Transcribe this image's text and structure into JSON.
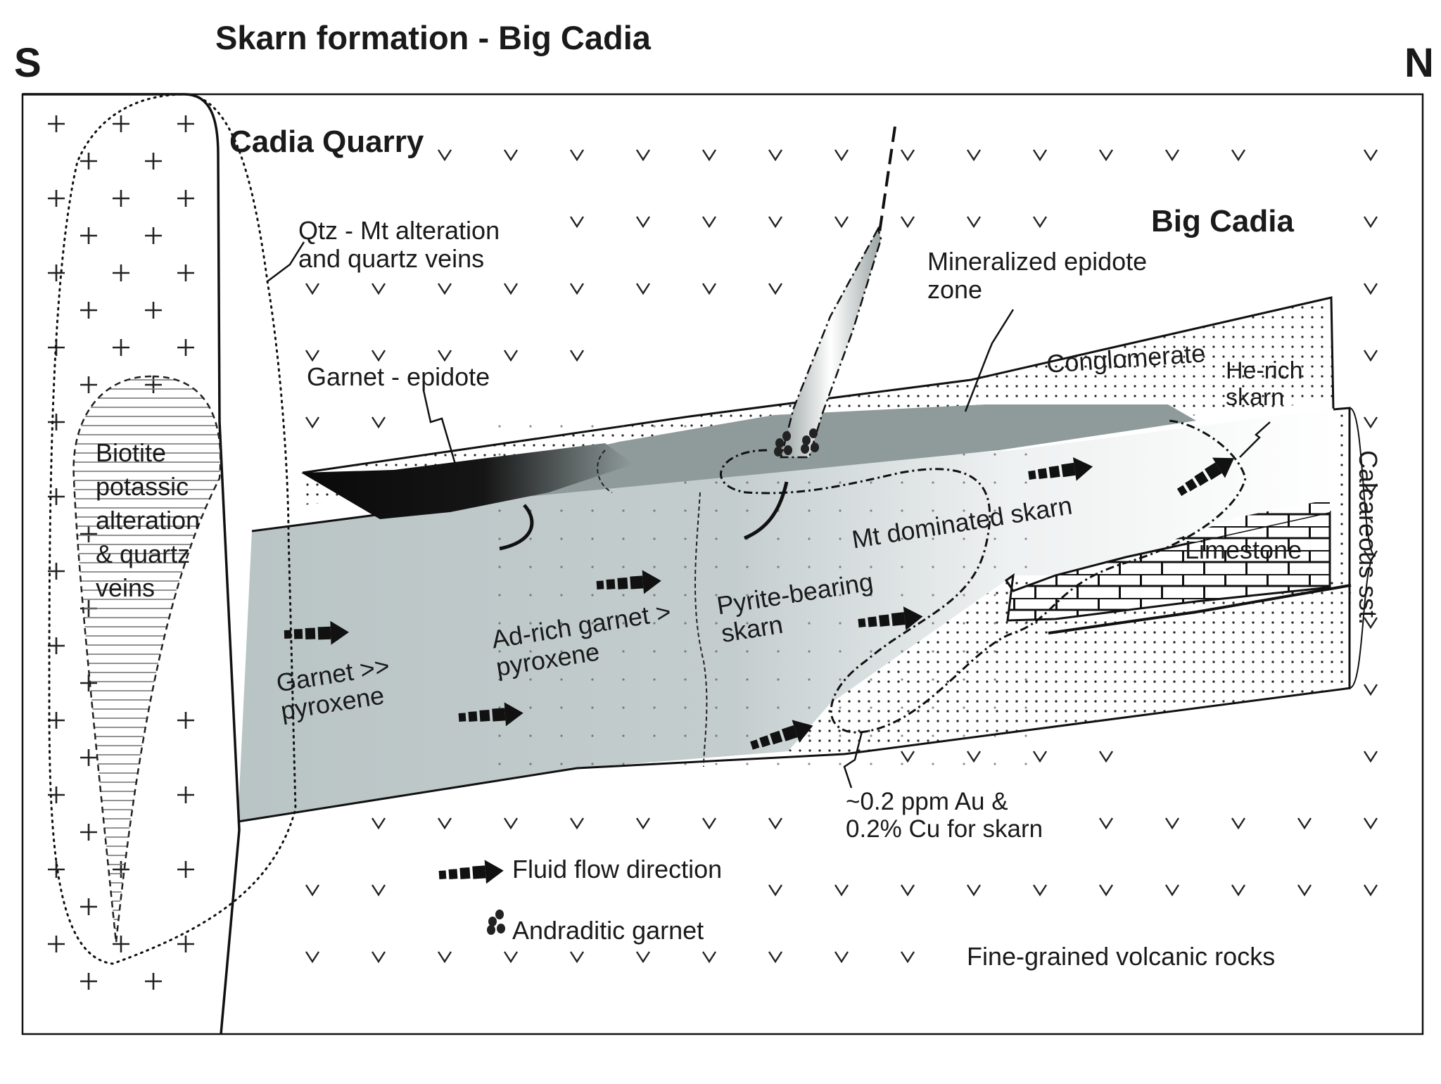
{
  "title": "Skarn formation  - Big  Cadia",
  "orientation": {
    "left": "S",
    "right": "N"
  },
  "labels": {
    "cadia_quarry": "Cadia Quarry",
    "big_cadia": "Big  Cadia",
    "qtz_mt": "Qtz - Mt alteration\nand quartz veins",
    "mineralized_epidote": "Mineralized epidote\nzone",
    "garnet_epidote": "Garnet - epidote",
    "conglomerate": "Conglomerate",
    "he_rich_skarn": "He-rich\nskarn",
    "biotite": "Biotite\npotassic\nalteration\n& quartz\nveins",
    "mt_dominated_skarn": "Mt dominated skarn",
    "limestone": "Limestone",
    "calcareous_sst": "Calcareous  sst.",
    "pyrite_bearing_skarn": "Pyrite-bearing\nskarn",
    "ad_rich_garnet": "Ad-rich garnet >\npyroxene",
    "garnet_pyroxene": "Garnet >>\npyroxene",
    "au_cu_grade": "~0.2 ppm Au &\n0.2% Cu for skarn",
    "fine_grained_volcanic": "Fine-grained volcanic rocks"
  },
  "legend": {
    "fluid_flow": "Fluid flow direction",
    "andraditic_garnet": "Andraditic garnet"
  },
  "colors": {
    "line": "#111111",
    "skarn_fill": "#b9c4c5",
    "epidote_zone": "#8f9b9b",
    "garnet_epidote_dark": "#0c0c0c",
    "background": "#ffffff"
  }
}
